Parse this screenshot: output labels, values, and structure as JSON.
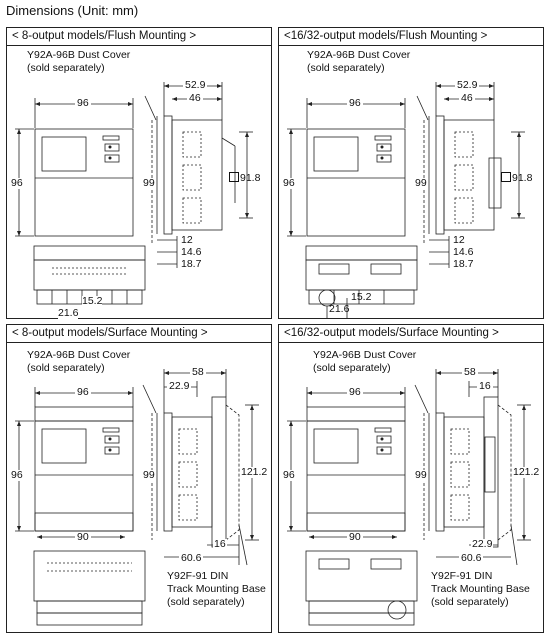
{
  "page_title": "Dimensions (Unit: mm)",
  "panels": [
    {
      "heading": "< 8-output models/Flush Mounting >",
      "cover_line1": "Y92A-96B Dust Cover",
      "cover_line2": "(sold separately)",
      "front_width": "96",
      "front_height": "96",
      "side_depth_total": "52.9",
      "side_depth": "46",
      "side_height": "99",
      "panel_cutout": "91.8",
      "bottom_a": "12",
      "bottom_b": "14.6",
      "bottom_c": "18.7"
    },
    {
      "heading": "<16/32-output models/Flush Mounting >",
      "cover_line1": "Y92A-96B Dust Cover",
      "cover_line2": "(sold separately)",
      "front_width": "96",
      "front_height": "96",
      "side_depth_total": "52.9",
      "side_depth": "46",
      "side_height": "99",
      "panel_cutout": "91.8",
      "bottom_a": "12",
      "bottom_b": "14.6",
      "bottom_c": "18.7",
      "connector_a": "15.2",
      "connector_b": "21.6"
    },
    {
      "heading": "< 8-output models/Surface Mounting >",
      "cover_line1": "Y92A-96B Dust Cover",
      "cover_line2": "(sold separately)",
      "front_width": "96",
      "front_height": "96",
      "side_depth_total": "58",
      "side_depth": "22.9",
      "side_height": "99",
      "track_height": "121.2",
      "base_width": "90",
      "bottom_depth": "60.6",
      "bottom_offset": "16",
      "base_line1": "Y92F-91 DIN",
      "base_line2": "Track Mounting Base",
      "base_line3": "(sold separately)"
    },
    {
      "heading": "<16/32-output models/Surface Mounting >",
      "cover_line1": "Y92A-96B Dust Cover",
      "cover_line2": "(sold separately)",
      "front_width": "96",
      "front_height": "96",
      "side_depth_total": "58",
      "side_depth": "16",
      "side_height": "99",
      "track_height": "121.2",
      "base_width": "90",
      "bottom_offset": "22.9",
      "bottom_depth": "60.6",
      "base_line1": "Y92F-91 DIN",
      "base_line2": "Track Mounting Base",
      "base_line3": "(sold separately)"
    }
  ],
  "left_panel_bottom_dims": {
    "a": "15.2",
    "b": "21.6"
  }
}
